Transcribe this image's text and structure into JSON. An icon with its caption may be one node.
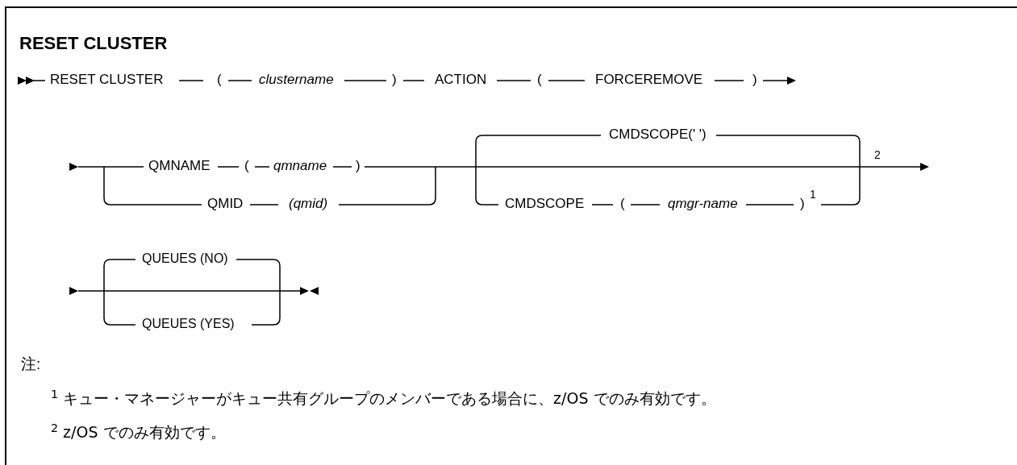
{
  "diagram": {
    "title": "RESET CLUSTER",
    "labels": [
      "RESET CLUSTER",
      "(",
      "clustername",
      ")",
      "ACTION",
      "(",
      "FORCEREMOVE",
      ")",
      "QMNAME",
      "(",
      "qmname",
      ")",
      "QMID",
      "(qmid)",
      "CMDSCOPE(' ')",
      "CMDSCOPE",
      "(",
      "qmgr-name",
      ")",
      "1",
      "2",
      "QUEUES (NO)",
      "QUEUES (YES)",
      "注:",
      "$^{1}$ キュー・マネージャーがキュー共有グループのメンバーである場合に、z/OS でのみ有効です。",
      "$^{2}$ z/OS でのみ有効です。"
    ]
  }
}
